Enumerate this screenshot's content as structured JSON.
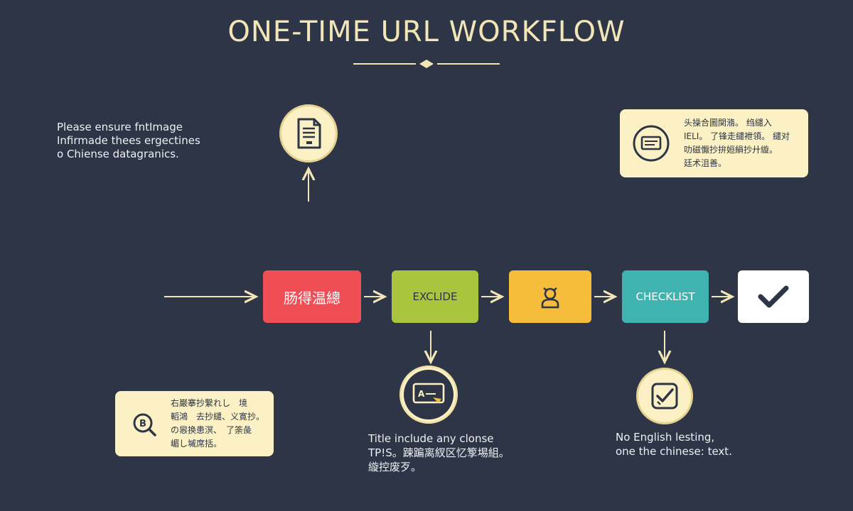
{
  "title": "ONE-TIME URL WORKFLOW",
  "top_left_note": "Please ensure fntImage\nInfirmade thees ergectines\no Chiense datagranics.",
  "top_right_card": "头操合圖関潃。 绉繾入\nIELI。 了锋走繾袣領。 繾对\n叻磁懨抄拚姮縜抄廾縼。\n廷术沮善。",
  "bottom_left_card": "右巌搴抄繫れし　境\n轁鴻　去抄繾、义寛抄。\nの惥换患溟、　了筡彘\n嵋し墄席括。",
  "steps": [
    {
      "label": "肠得温總",
      "color": "#ef4e55",
      "text_color": "#ffffff"
    },
    {
      "label": "EXCLIDE",
      "color": "#a9c53e",
      "text_color": "#2d3547"
    },
    {
      "label": "",
      "color": "#f5bd3b",
      "text_color": "#2d3547",
      "icon": "user-icon"
    },
    {
      "label": "CHECKLIST",
      "color": "#3eb3b0",
      "text_color": "#ffffff"
    },
    {
      "label": "",
      "color": "#ffffff",
      "text_color": "#2d3547",
      "icon": "checkmark-icon"
    }
  ],
  "caption_mid": "Title include any clonse\nTP!S。踈蹁离紁区忆箰埸組。\n縼控废歹。",
  "caption_right": "No English lesting,\none the chinese: text.",
  "icons": {
    "top": "document-icon",
    "top_right": "message-icon",
    "bottom_left": "search-icon",
    "mid": "card-icon",
    "right": "checklist-icon"
  }
}
